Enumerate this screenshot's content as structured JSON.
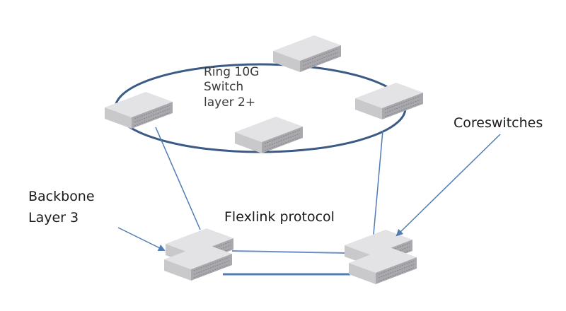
{
  "diagram": {
    "ring_label": [
      "Ring 10G",
      "Switch",
      "layer 2+"
    ],
    "backbone_label": [
      "Backbone",
      "Layer 3"
    ],
    "flexlink_label": "Flexlink protocol",
    "coreswitches_label": "Coreswitches"
  },
  "colors": {
    "ring_line": "#3b5a85",
    "link_line": "#4f7cb3",
    "switch_top": "#e3e3e5",
    "switch_front": "#bdbdc0",
    "switch_side": "#a9a9ad"
  }
}
